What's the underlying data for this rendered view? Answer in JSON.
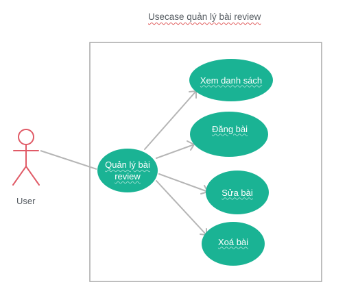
{
  "diagram": {
    "title": "Usecase quản lý bài review",
    "actor": {
      "label": "User"
    },
    "main_usecase": {
      "label": "Quản lý bài review"
    },
    "usecases": [
      {
        "label": "Xem danh sách"
      },
      {
        "label": "Đăng bài"
      },
      {
        "label": "Sửa bài"
      },
      {
        "label": "Xoá bài"
      }
    ],
    "colors": {
      "usecase_fill": "#1ab394",
      "actor_stroke": "#e05a66",
      "line": "#b5b5b5",
      "boundary": "#a8a8a8",
      "text": "#555b61"
    }
  }
}
